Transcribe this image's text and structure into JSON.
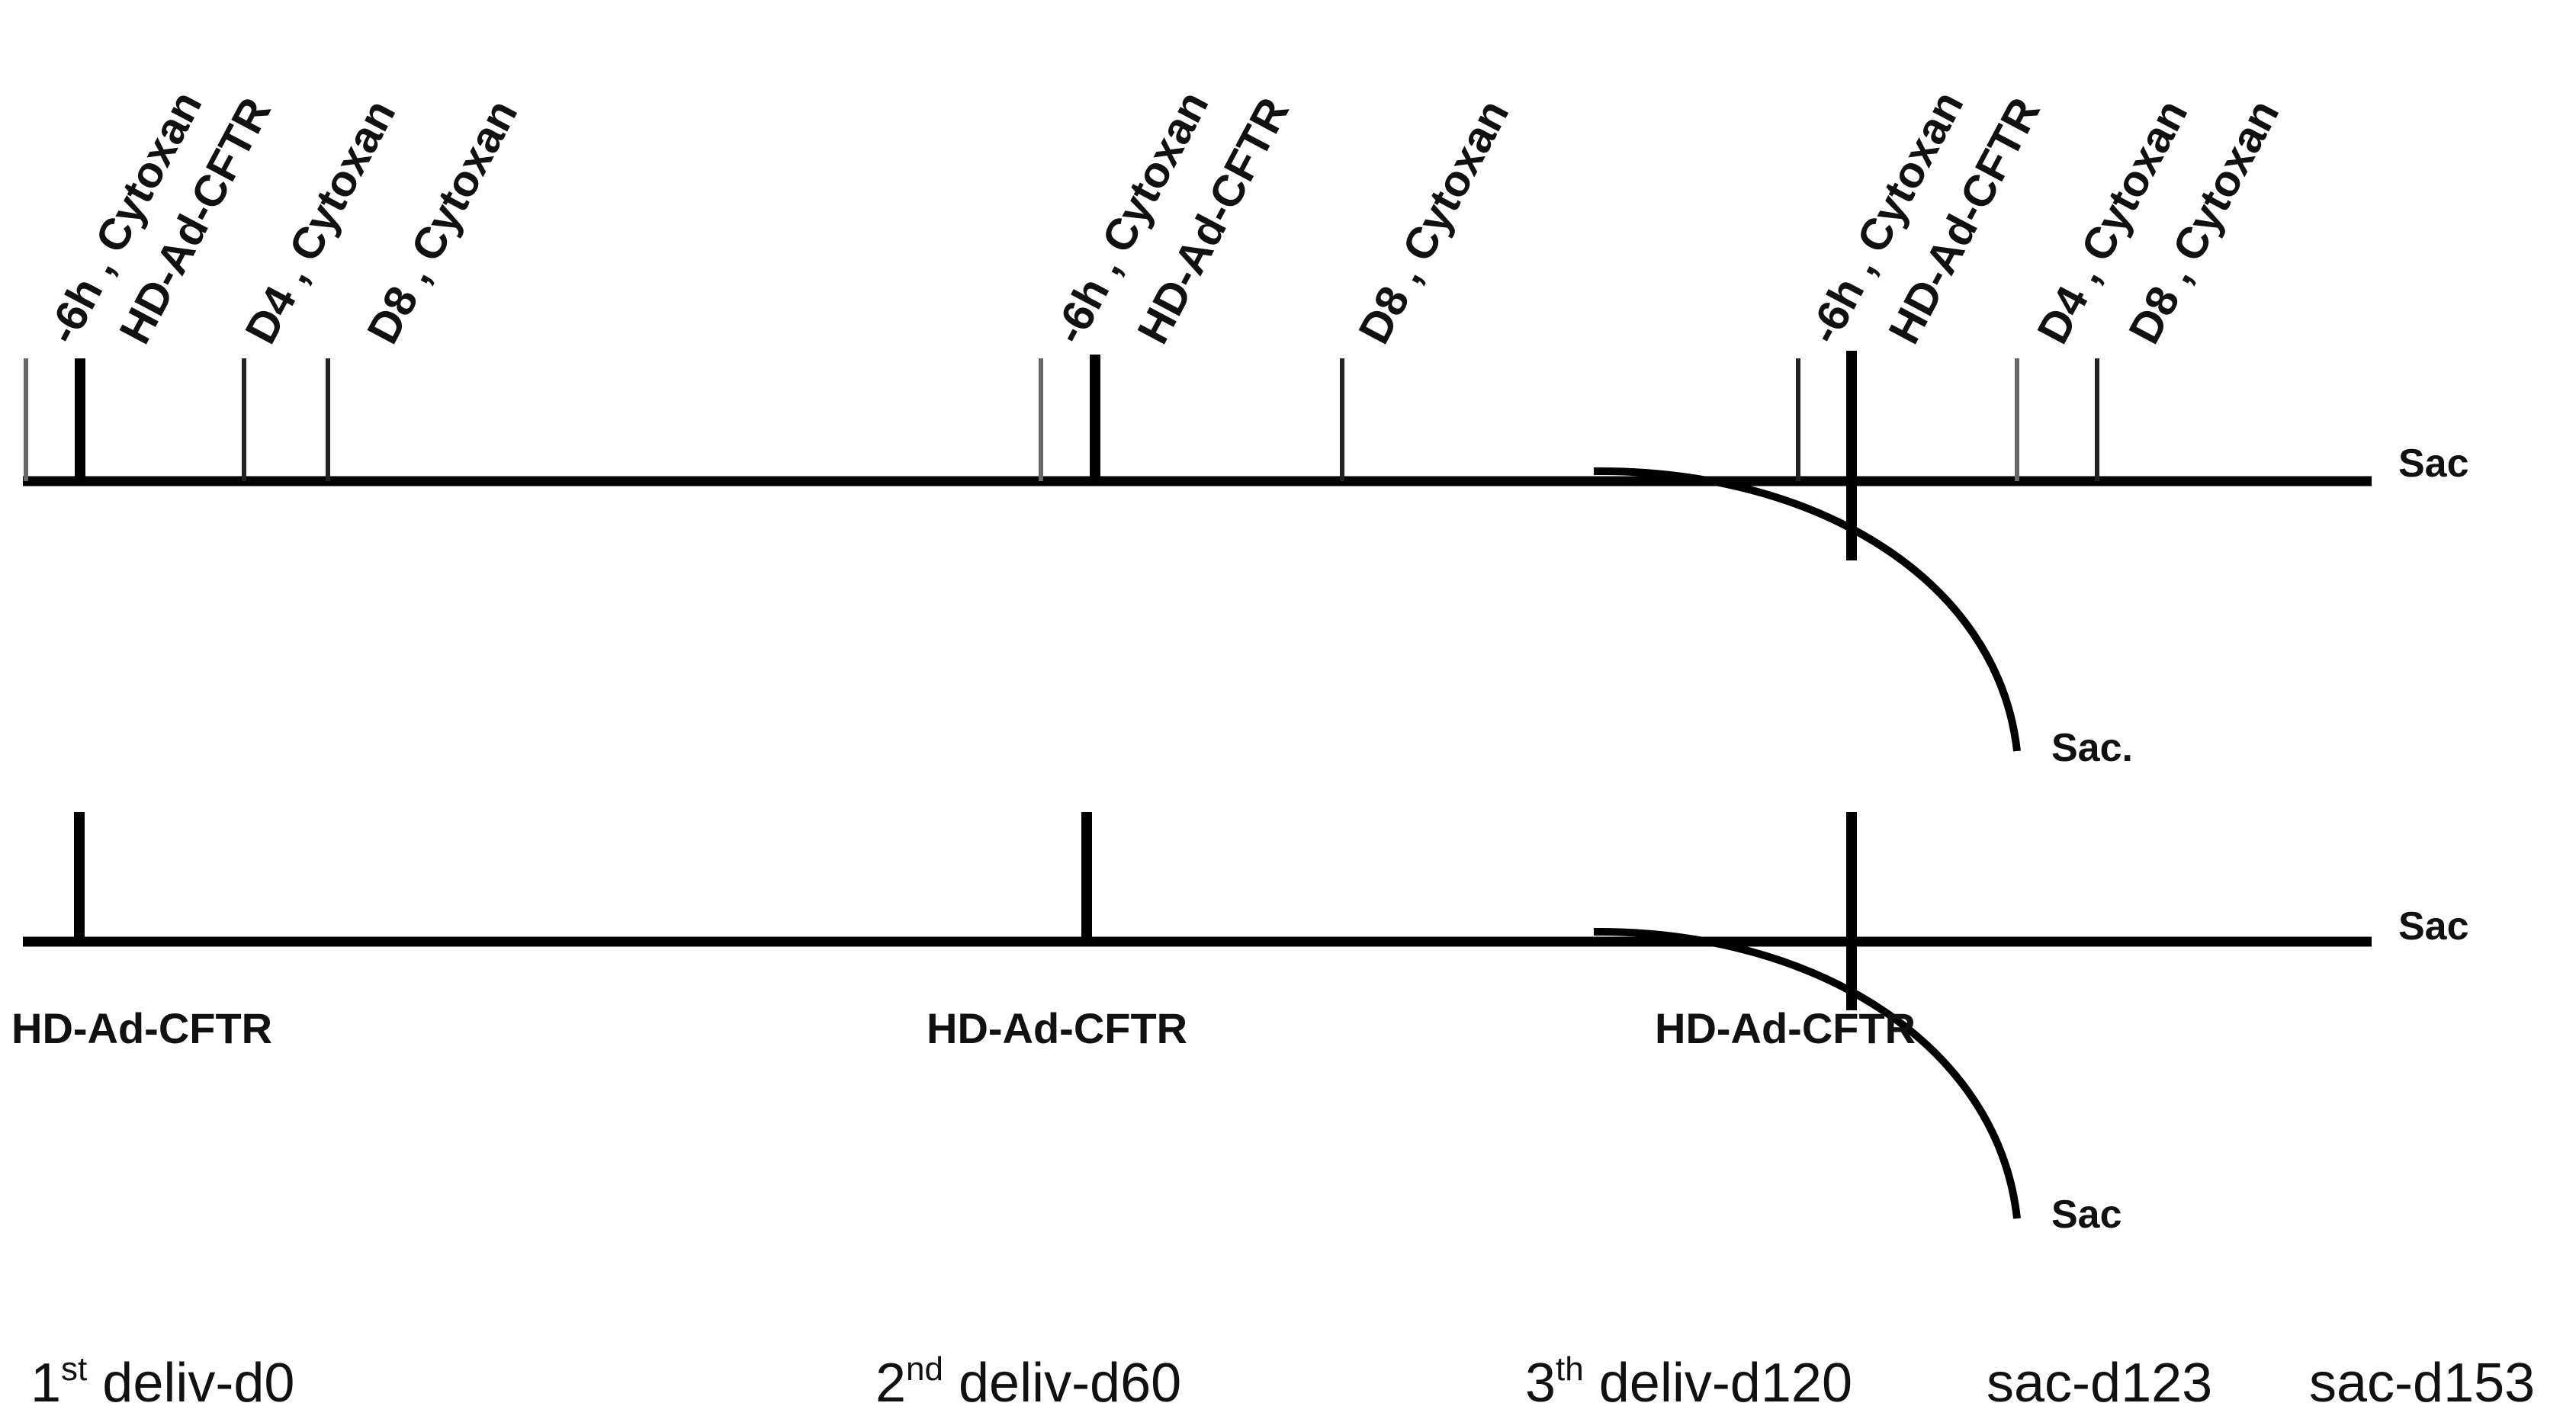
{
  "treatment_labels": {
    "cycle1": [
      "-6h , Cytoxan",
      "HD-Ad-CFTR",
      "D4 , Cytoxan",
      "D8 , Cytoxan"
    ],
    "cycle2": [
      "-6h , Cytoxan",
      "HD-Ad-CFTR",
      "D8 , Cytoxan"
    ],
    "cycle3": [
      "-6h , Cytoxan",
      "HD-Ad-CFTR",
      "D4 , Cytoxan",
      "D8 , Cytoxan"
    ]
  },
  "endpoints": {
    "upper_main": "Sac",
    "upper_branch": "Sac.",
    "lower_main": "Sac",
    "lower_branch": "Sac"
  },
  "lower_labels": [
    "HD-Ad-CFTR",
    "HD-Ad-CFTR",
    "HD-Ad-CFTR"
  ],
  "timeline": {
    "d0": {
      "num": "1",
      "sup": "st",
      "text": " deliv-d0"
    },
    "d60": {
      "num": "2",
      "sup": "nd",
      "text": " deliv-d60"
    },
    "d120": {
      "num": "3",
      "sup": "th",
      "text": " deliv-d120"
    },
    "sac123": "sac-d123",
    "sac153": "sac-d153"
  }
}
